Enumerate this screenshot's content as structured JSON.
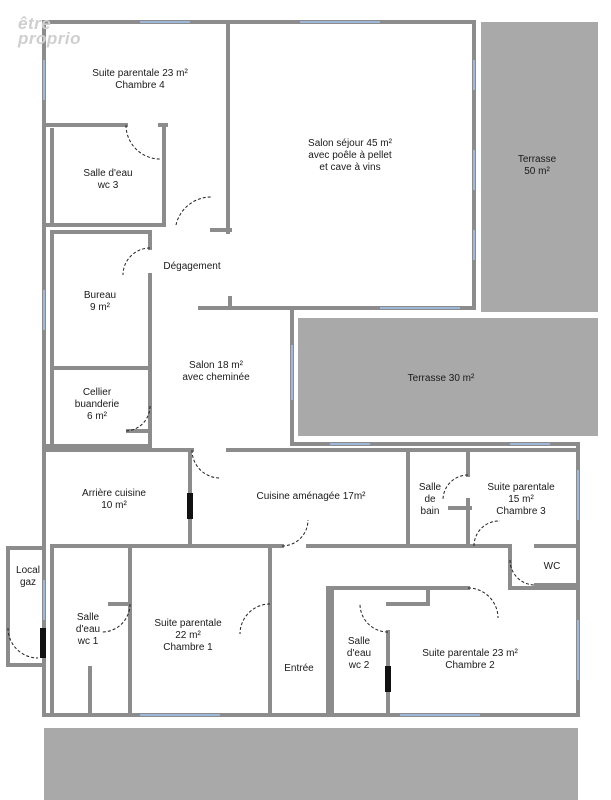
{
  "watermark": {
    "line1": "être",
    "line2": "proprio"
  },
  "rooms": {
    "suite4": {
      "line1": "Suite parentale 23 m²",
      "line2": "Chambre 4"
    },
    "salle_eau3": {
      "line1": "Salle d'eau",
      "line2": "wc 3"
    },
    "salon_sejour": {
      "line1": "Salon séjour 45 m²",
      "line2": "avec poêle à pellet",
      "line3": "et cave à vins"
    },
    "terrasse50": {
      "line1": "Terrasse",
      "line2": "50 m²"
    },
    "degagement": {
      "line1": "Dégagement"
    },
    "bureau": {
      "line1": "Bureau",
      "line2": "9 m²"
    },
    "salon18": {
      "line1": "Salon 18 m²",
      "line2": "avec cheminée"
    },
    "terrasse30": {
      "line1": "Terrasse 30 m²"
    },
    "cellier": {
      "line1": "Cellier",
      "line2": "buanderie",
      "line3": "6 m²"
    },
    "arriere_cuisine": {
      "line1": "Arrière cuisine",
      "line2": "10 m²"
    },
    "cuisine": {
      "line1": "Cuisine aménagée 17m²"
    },
    "salle_bain": {
      "line1": "Salle",
      "line2": "de",
      "line3": "bain"
    },
    "suite3": {
      "line1": "Suite parentale",
      "line2": "15 m²",
      "line3": "Chambre 3"
    },
    "wc": {
      "line1": "WC"
    },
    "local_gaz": {
      "line1": "Local",
      "line2": "gaz"
    },
    "salle_eau1": {
      "line1": "Salle",
      "line2": "d'eau",
      "line3": "wc 1"
    },
    "suite1": {
      "line1": "Suite parentale",
      "line2": "22 m²",
      "line3": "Chambre 1"
    },
    "entree": {
      "line1": "Entrée"
    },
    "salle_eau2": {
      "line1": "Salle",
      "line2": "d'eau",
      "line3": "wc 2"
    },
    "suite2": {
      "line1": "Suite parentale 23 m²",
      "line2": "Chambre 2"
    }
  },
  "colors": {
    "wall": "#8c8c8c",
    "terrace": "#a9a9a9",
    "window": "#9db8d9"
  }
}
